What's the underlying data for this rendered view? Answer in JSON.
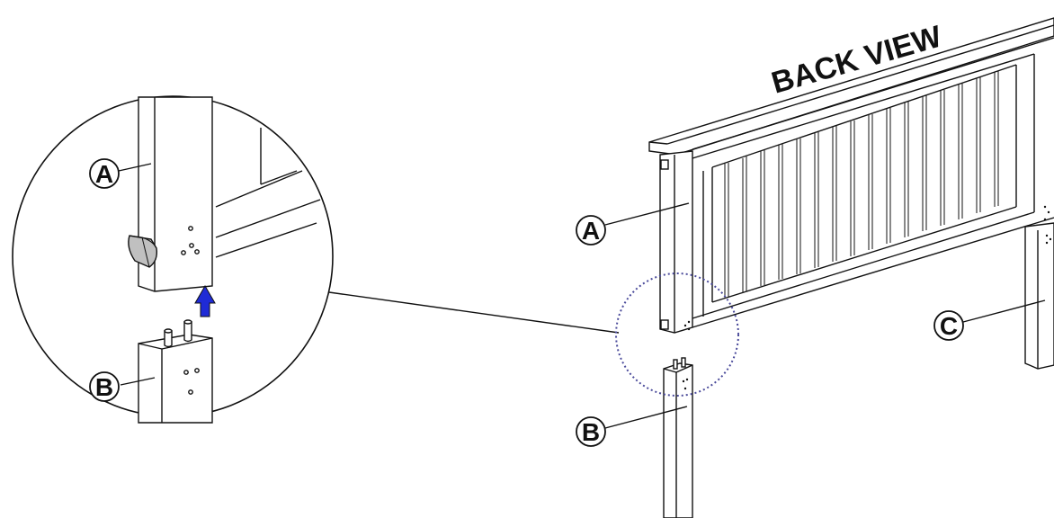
{
  "title": "BACK VIEW",
  "labels": {
    "detail_a": "A",
    "detail_b": "B",
    "main_a": "A",
    "main_b": "B",
    "main_c": "C"
  },
  "colors": {
    "arrow": "#1f2bd6",
    "highlight_circle": "#4a4a9a",
    "cam_lock": "#c0c0c0",
    "line": "#111111"
  }
}
